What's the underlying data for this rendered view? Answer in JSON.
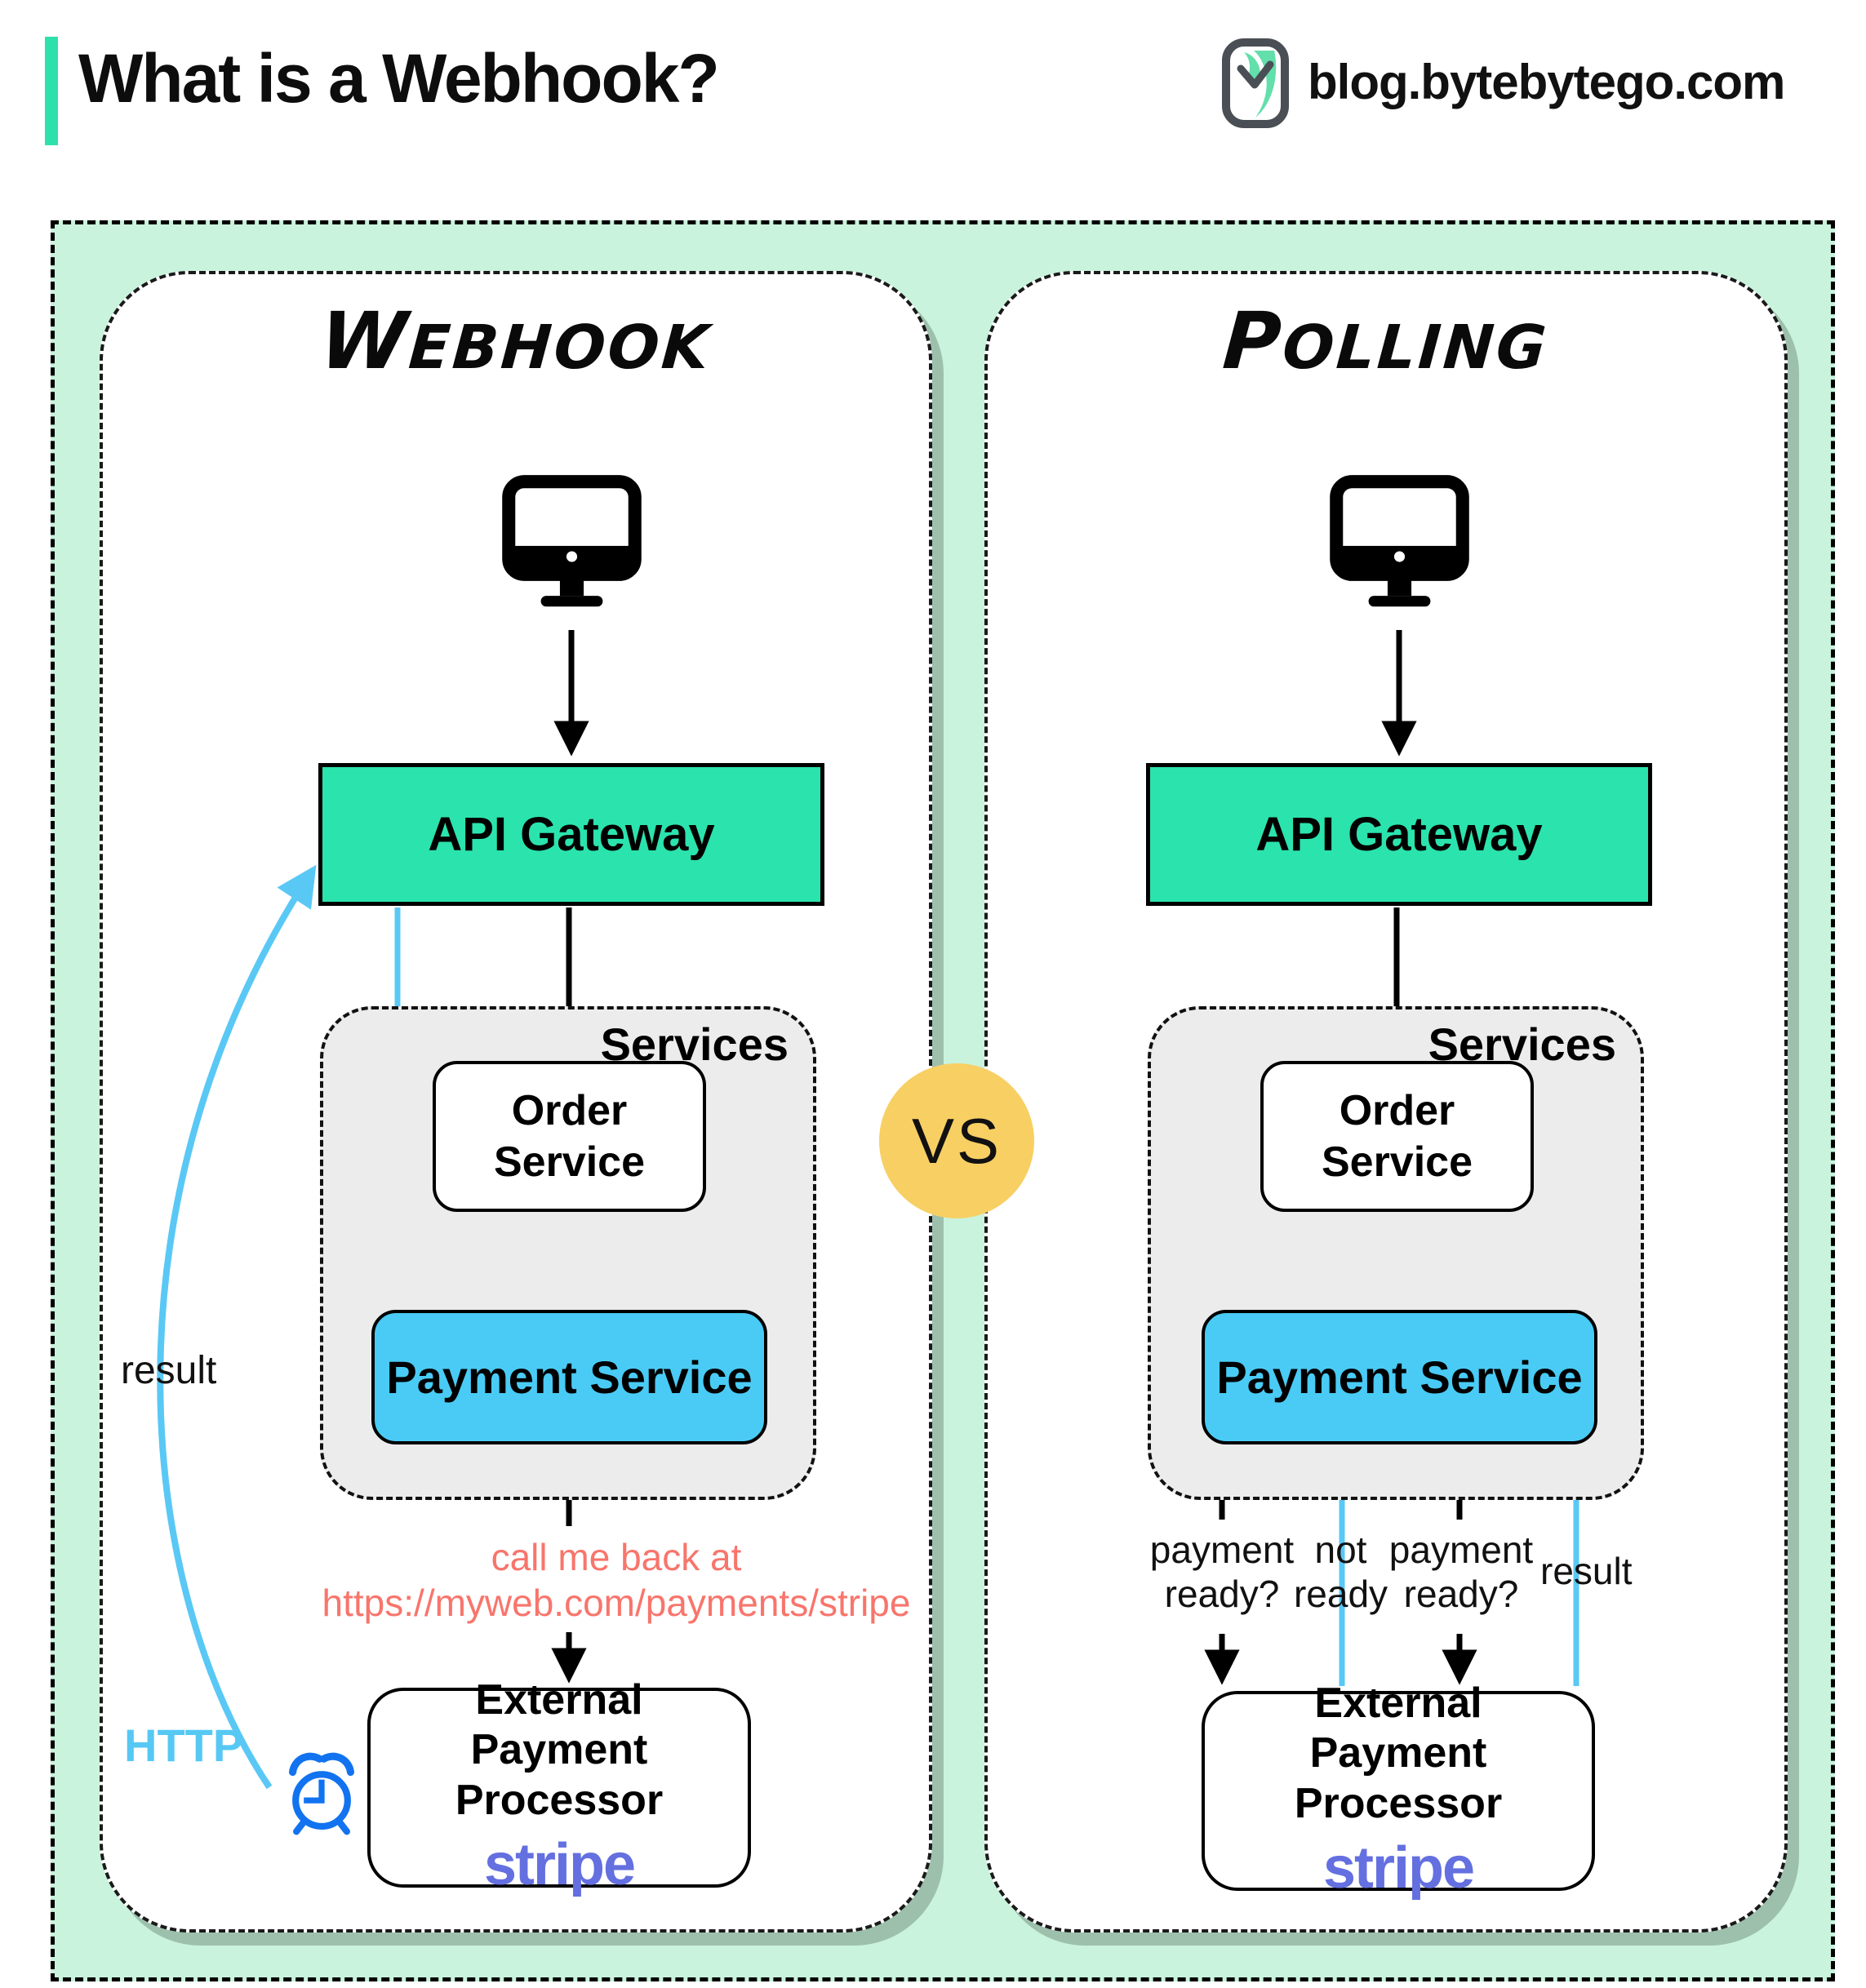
{
  "header": {
    "title": "What is a Webhook?",
    "site": "blog.bytebytego.com",
    "accent_color": "#2ee0ac"
  },
  "vs_label": "VS",
  "webhook": {
    "title": "Webhook",
    "api_gateway": "API Gateway",
    "services_label": "Services",
    "order_service": "Order Service",
    "payment_service": "Payment Service",
    "callback_note_line1": "call me back at",
    "callback_note_line2": "https://myweb.com/payments/stripe",
    "external_line1": "External",
    "external_line2": "Payment Processor",
    "stripe_logo": "stripe",
    "result_label": "result",
    "http_label": "HTTP"
  },
  "polling": {
    "title": "Polling",
    "api_gateway": "API Gateway",
    "services_label": "Services",
    "order_service": "Order Service",
    "payment_service": "Payment Service",
    "external_line1": "External",
    "external_line2": "Payment Processor",
    "stripe_logo": "stripe",
    "arrow_labels": [
      {
        "l1": "payment",
        "l2": "ready?"
      },
      {
        "l1": "not",
        "l2": "ready"
      },
      {
        "l1": "payment",
        "l2": "ready?"
      },
      {
        "l1": "result",
        "l2": ""
      }
    ]
  },
  "icons": {
    "logo": "bytebytego-logo",
    "client_left": "monitor-icon",
    "client_right": "monitor-icon",
    "timer": "alarm-clock-icon"
  },
  "colors": {
    "mint_background": "#c9f3dc",
    "gateway_teal": "#2be3ad",
    "payment_blue": "#49cbf5",
    "arrow_blue": "#5ac8f5",
    "services_gray": "#ececec",
    "note_salmon": "#f8756c",
    "stripe_purple": "#6470e0",
    "vs_yellow": "#f8cf63",
    "clock_blue": "#1273f0"
  }
}
